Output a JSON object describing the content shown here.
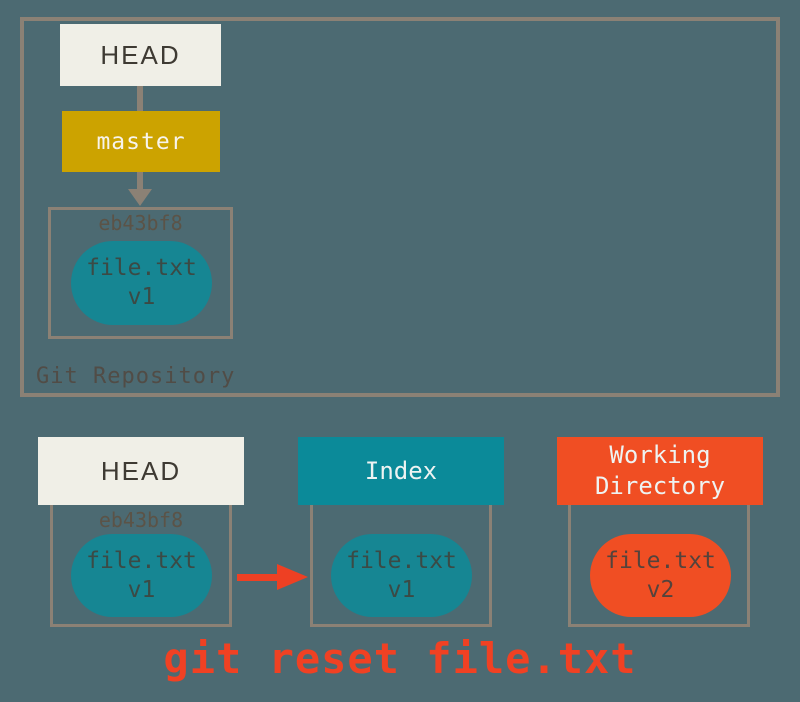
{
  "colors": {
    "background": "#4c6a72",
    "border_gray": "#8b8175",
    "cream": "#f0efe7",
    "branch_gold": "#cca300",
    "teal_header": "#0b8a99",
    "teal_node": "#168693",
    "orange": "#f04e23",
    "arrow_red": "#ee4023",
    "caption_red": "#f04123"
  },
  "icons": {
    "branch_pointer": "arrow-down",
    "reset_flow": "arrow-right"
  },
  "repository": {
    "label": "Git Repository",
    "head": "HEAD",
    "branch": "master",
    "commit": {
      "hash": "eb43bf8",
      "file_name": "file.txt",
      "file_version": "v1"
    }
  },
  "columns": {
    "head": {
      "title": "HEAD",
      "hash": "eb43bf8",
      "file_name": "file.txt",
      "file_version": "v1"
    },
    "index": {
      "title": "Index",
      "file_name": "file.txt",
      "file_version": "v1"
    },
    "working_directory": {
      "title": "Working Directory",
      "file_name": "file.txt",
      "file_version": "v2"
    }
  },
  "caption": "git reset file.txt"
}
